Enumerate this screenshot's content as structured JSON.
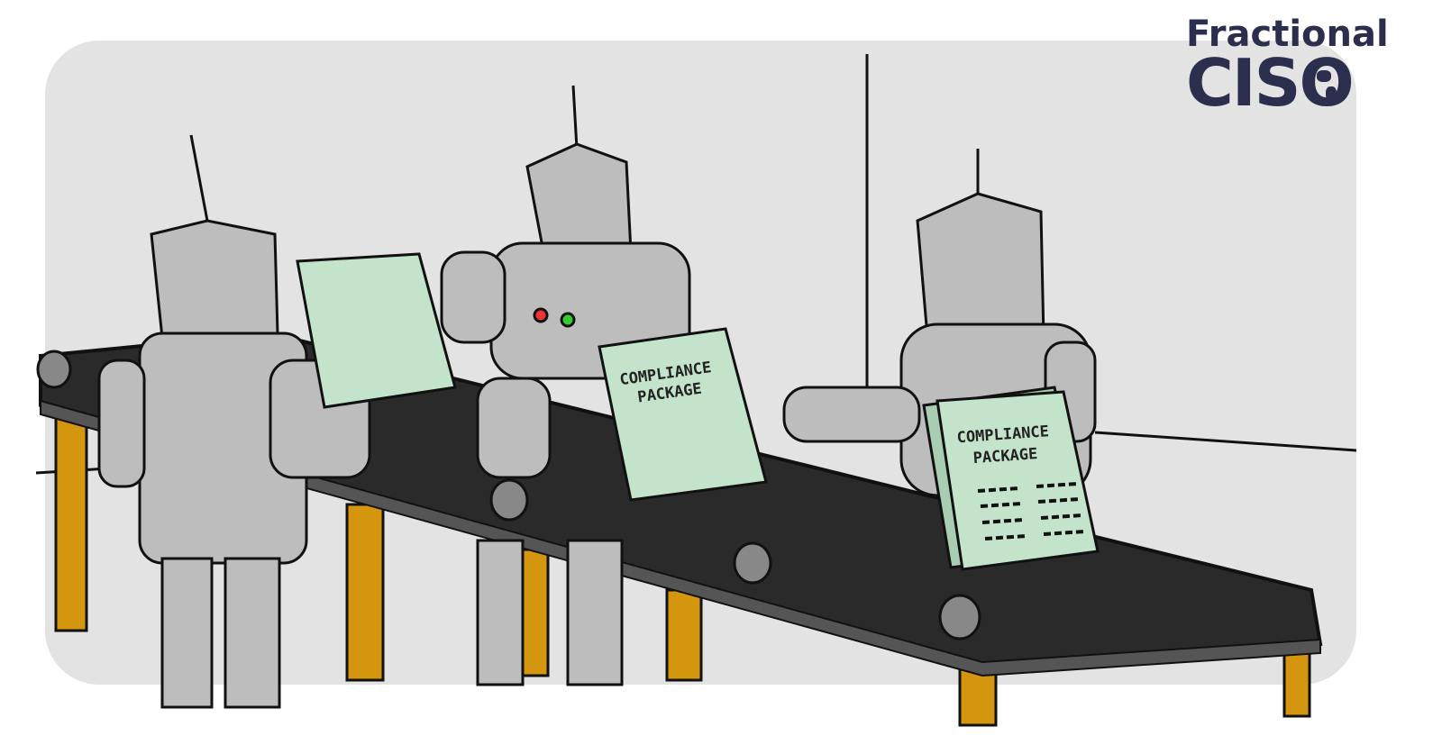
{
  "logo": {
    "line1": "Fractional",
    "line2": "CISO",
    "color": "#2b2e4d"
  },
  "documents": [
    {
      "line1": "COMPLIANCE",
      "line2": "PACKAGE"
    },
    {
      "line1": "COMPLIANCE",
      "line2": "PACKAGE"
    }
  ],
  "colors": {
    "background_panel": "#e3e3e3",
    "robot": "#bdbdbd",
    "paper": "#c4e3cb",
    "belt": "#2a2a2a",
    "legs": "#d4960f"
  }
}
